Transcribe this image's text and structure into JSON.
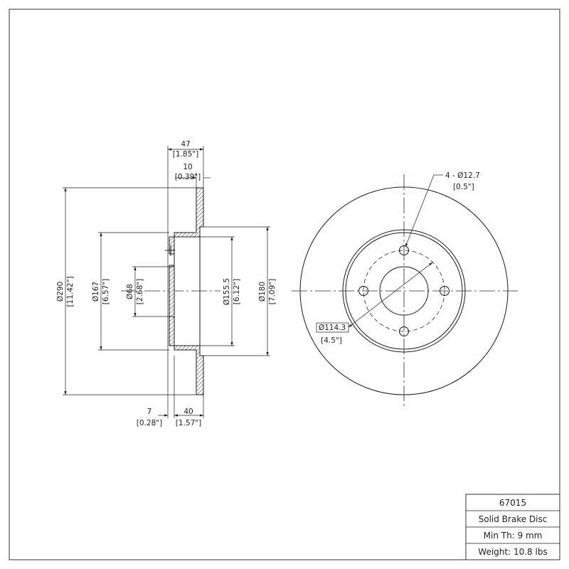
{
  "dimensions": {
    "overall_width": {
      "mm": "47",
      "in": "[1.85\"]"
    },
    "rotor_thickness": {
      "mm": "10",
      "in": "[0.39\"]"
    },
    "hat_wall": {
      "mm": "7",
      "in": "[0.28\"]"
    },
    "hat_depth": {
      "mm": "40",
      "in": "[1.57\"]"
    },
    "outer_diameter": {
      "mm": "Ø290",
      "in": "[11.42\"]"
    },
    "hat_diameter": {
      "mm": "Ø167",
      "in": "[6.57\"]"
    },
    "center_bore": {
      "mm": "Ø68",
      "in": "[2.68\"]"
    },
    "inner_hat_diameter": {
      "mm": "Ø155.5",
      "in": "[6.12\"]"
    },
    "braking_inner_diameter": {
      "mm": "Ø180",
      "in": "[7.09\"]"
    },
    "bolt_holes": {
      "mm": "4 - Ø12.7",
      "in": "[0.5\"]"
    },
    "bolt_circle": {
      "mm": "Ø114.3",
      "in": "[4.5\"]"
    }
  },
  "title_block": {
    "part_number": "67015",
    "description": "Solid Brake Disc",
    "min_thickness": "Min Th: 9 mm",
    "weight": "Weight: 10.8 lbs"
  }
}
